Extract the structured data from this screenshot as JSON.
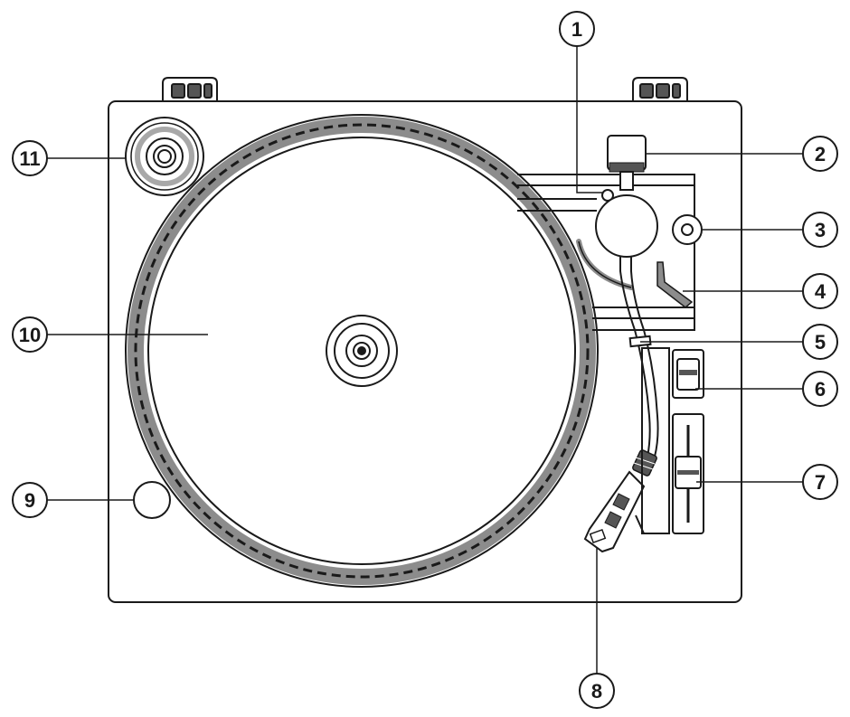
{
  "diagram": {
    "callouts": [
      {
        "id": "1",
        "label": "1"
      },
      {
        "id": "2",
        "label": "2"
      },
      {
        "id": "3",
        "label": "3"
      },
      {
        "id": "4",
        "label": "4"
      },
      {
        "id": "5",
        "label": "5"
      },
      {
        "id": "6",
        "label": "6"
      },
      {
        "id": "7",
        "label": "7"
      },
      {
        "id": "8",
        "label": "8"
      },
      {
        "id": "9",
        "label": "9"
      },
      {
        "id": "10",
        "label": "10"
      },
      {
        "id": "11",
        "label": "11"
      }
    ],
    "colors": {
      "stroke": "#1a1a1a",
      "platter_ring": "#8c8c8c",
      "adapter_ring": "#a8a8a8",
      "background": "#ffffff"
    }
  }
}
